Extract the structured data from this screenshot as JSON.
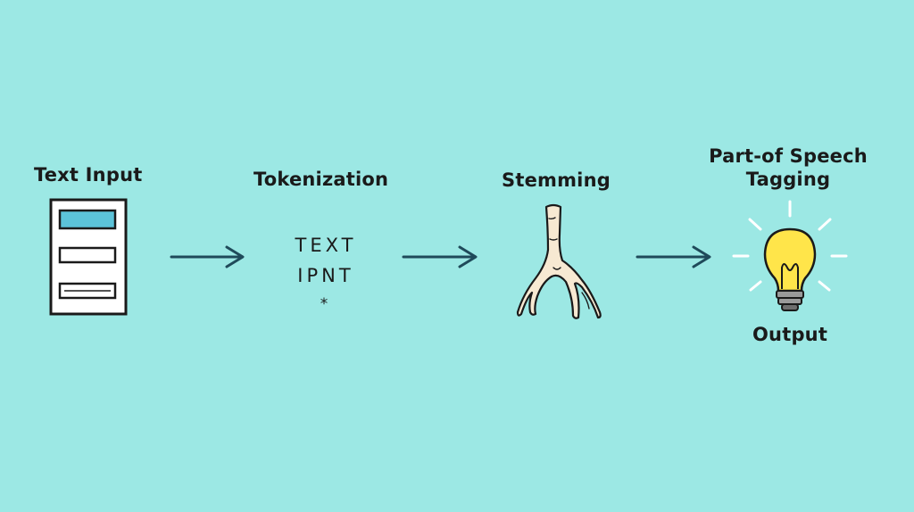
{
  "diagram": {
    "steps": [
      {
        "title": "Text Input"
      },
      {
        "title": "Tokenization",
        "tokens": [
          "TEXT",
          "IPNT",
          "*"
        ]
      },
      {
        "title": "Stemming"
      },
      {
        "title_lines": [
          "Part-of Speech",
          "Tagging"
        ],
        "caption": "Output"
      }
    ],
    "colors": {
      "background": "#9ce8e4",
      "arrow": "#1f4a5a",
      "text": "#1a1a1a",
      "doc_highlight": "#5cc3d9",
      "bulb": "#ffe54a",
      "root": "#f7e9d2"
    },
    "icons": [
      "document-icon",
      "root-icon",
      "lightbulb-icon"
    ]
  }
}
